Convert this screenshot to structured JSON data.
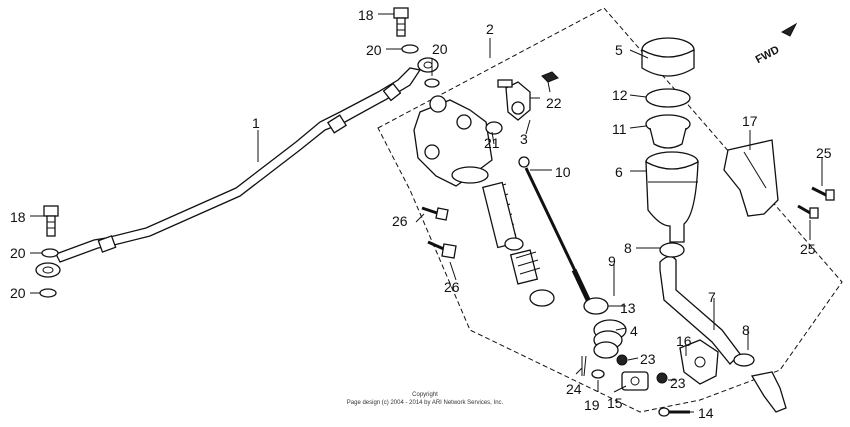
{
  "diagram": {
    "fwd_label": "FWD",
    "callouts": [
      "1",
      "2",
      "3",
      "4",
      "5",
      "6",
      "7",
      "8",
      "8",
      "9",
      "10",
      "11",
      "12",
      "13",
      "14",
      "15",
      "16",
      "17",
      "18",
      "18",
      "19",
      "20",
      "20",
      "20",
      "20",
      "21",
      "22",
      "23",
      "23",
      "24",
      "25",
      "25",
      "26",
      "26"
    ],
    "copyright_line1": "Copyright",
    "copyright_line2": "Page design (c) 2004 - 2014 by ARI Network Services, Inc."
  }
}
